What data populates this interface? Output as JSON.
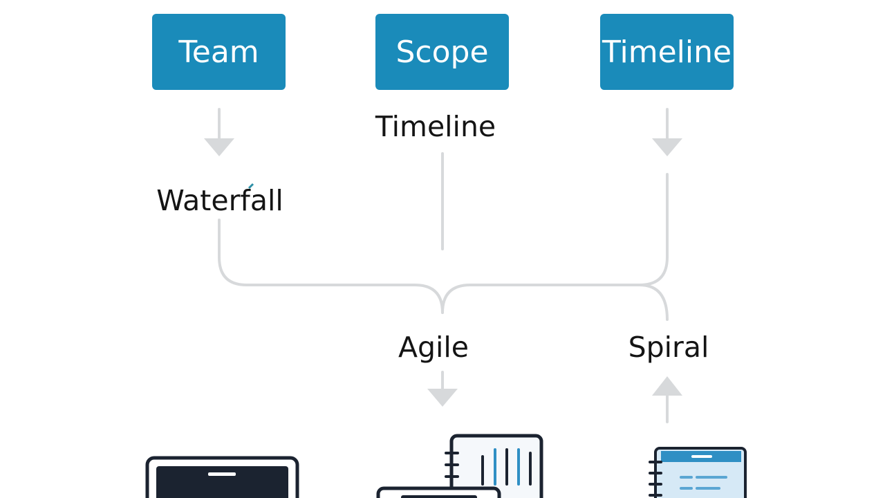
{
  "diagram": {
    "boxes": {
      "team": "Team",
      "scope": "Scope",
      "timeline": "Timeline"
    },
    "labels": {
      "timeline": "Timeline",
      "waterfall": "Waterfall",
      "agile": "Agile",
      "spiral": "Spiral"
    }
  },
  "colors": {
    "box_fill": "#1a8bba",
    "connector": "#d7d9db",
    "icon_outline": "#1b2330",
    "icon_accent": "#2f8fc4"
  },
  "icons": [
    "laptop-icon",
    "documents-icon",
    "notebook-icon"
  ]
}
